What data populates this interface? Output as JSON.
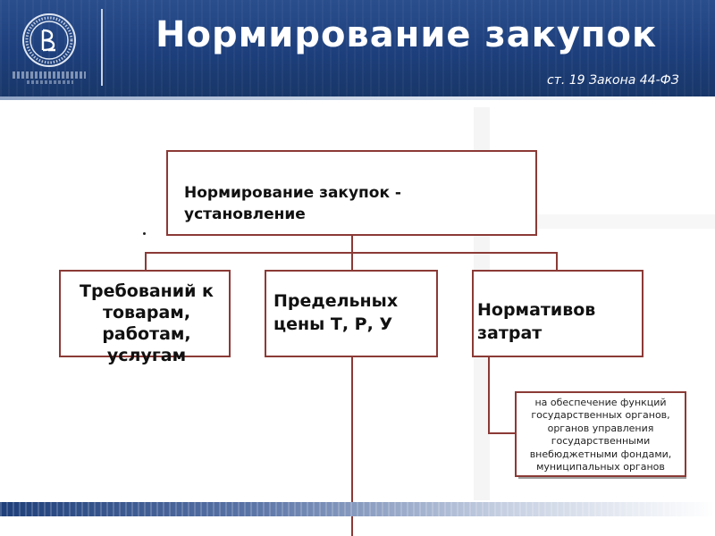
{
  "header": {
    "title": "Нормирование закупок",
    "reference": "ст. 19  Закона 44-ФЗ"
  },
  "diagram": {
    "main": "Нормирование закупок - установление",
    "children": [
      {
        "label": "Требований к товарам, работам, услугам"
      },
      {
        "label": "Предельных цены Т, Р, У"
      },
      {
        "label": "Нормативов затрат"
      }
    ],
    "sub": "на обеспечение функций государственных органов,  органов управления государственными внебюджетными фондами, муниципальных органов"
  },
  "colors": {
    "header_bg": "#1d3f7c",
    "box_border": "#8b3a36",
    "title_text": "#ffffff"
  }
}
